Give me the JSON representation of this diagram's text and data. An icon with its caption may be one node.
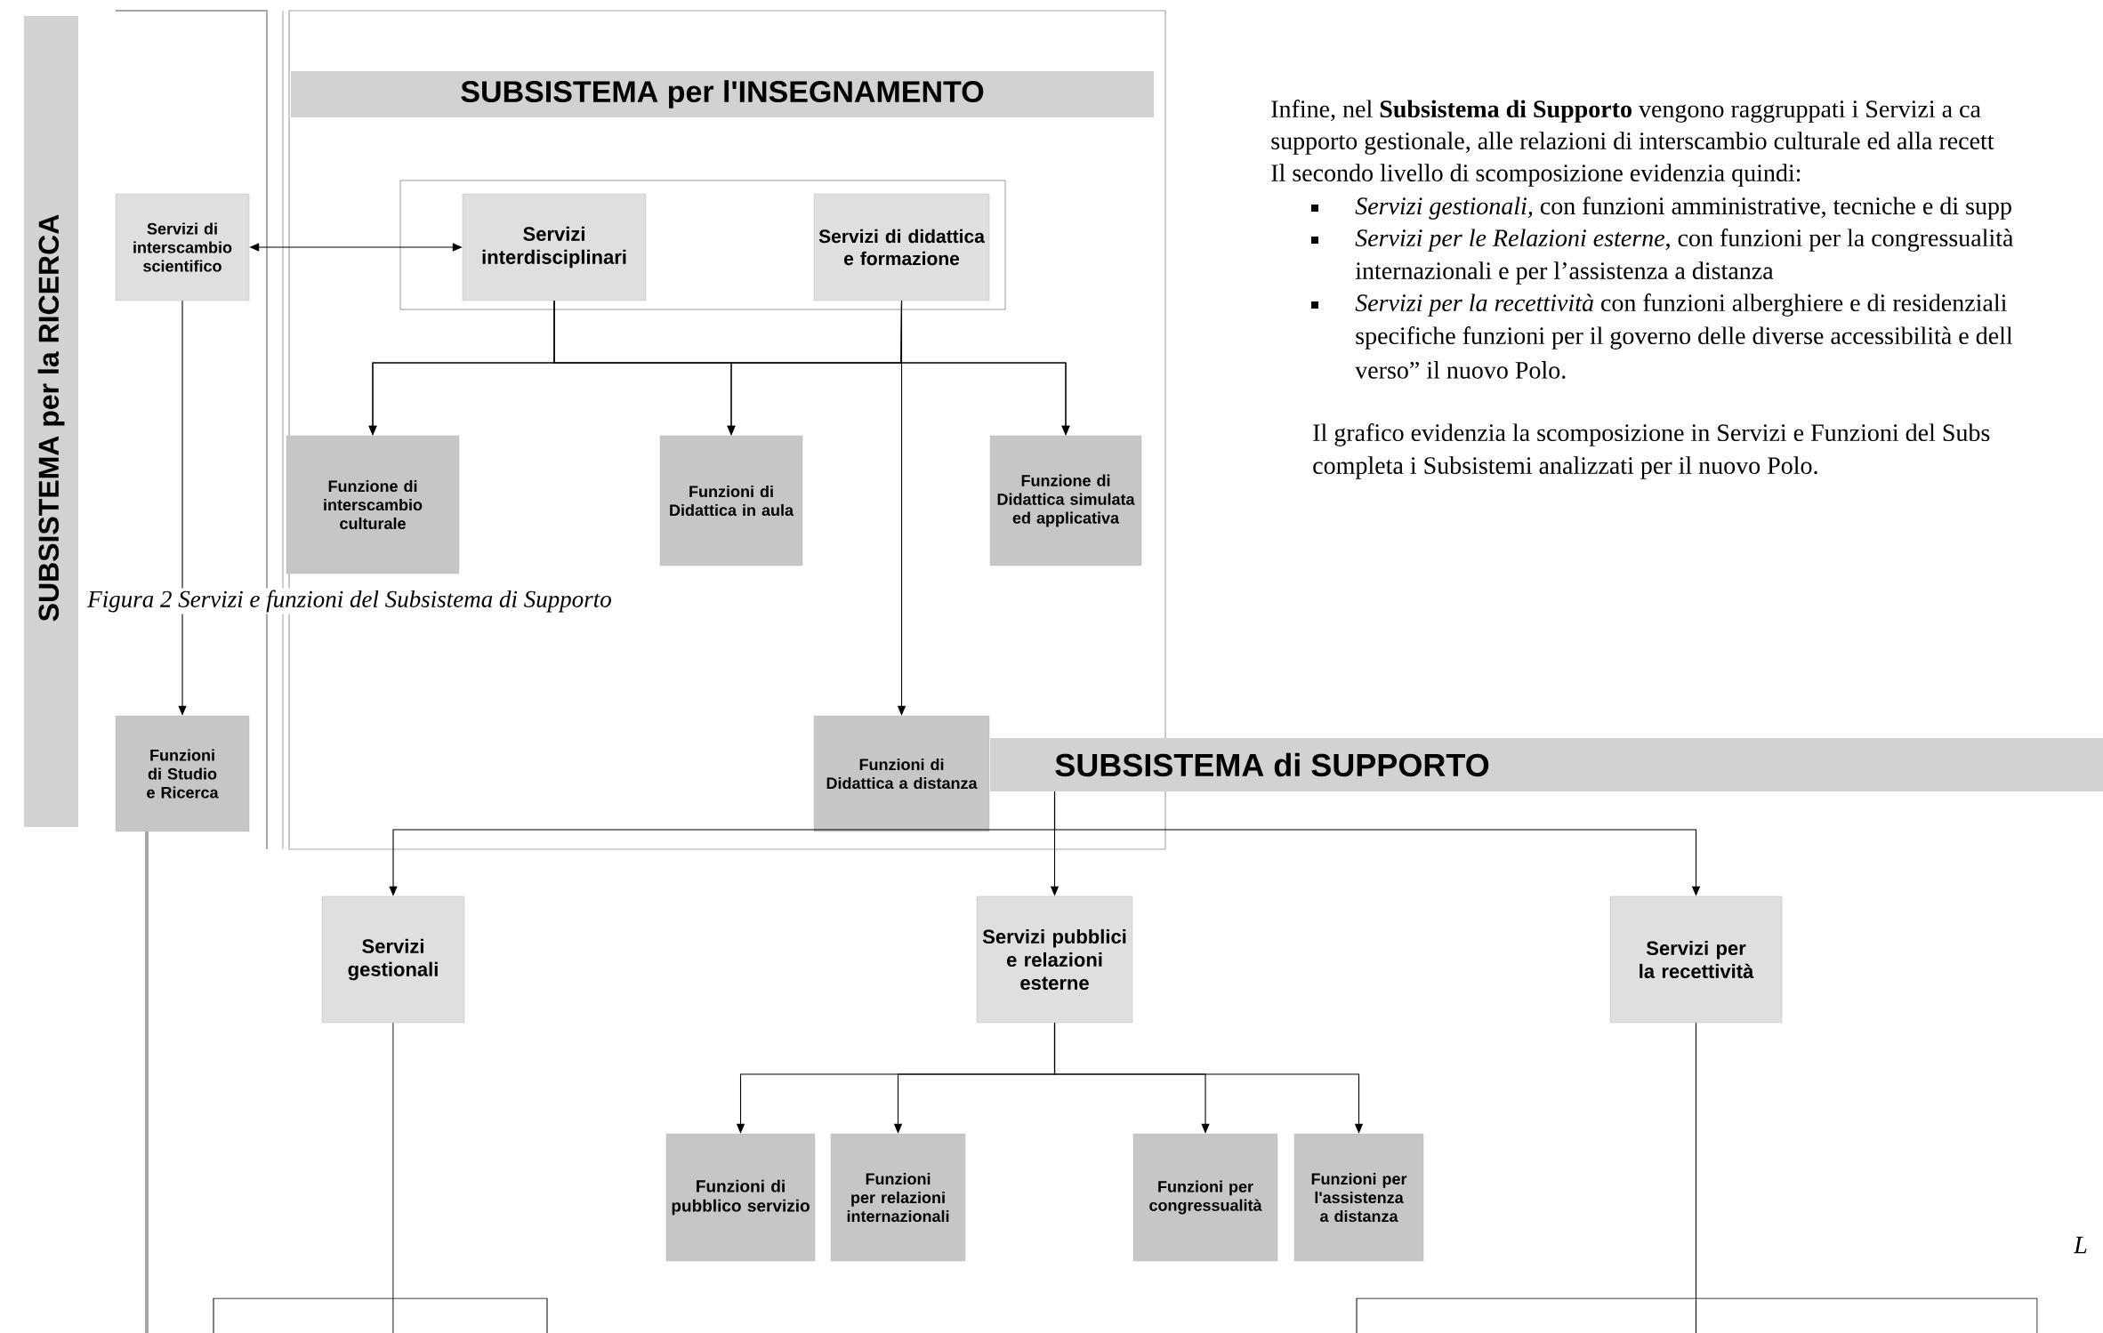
{
  "diagram": {
    "caption": "Figura 2 Servizi e funzioni del Subsistema di Supporto",
    "nodes": [
      {
        "text": [
          "SUBSISTEMA per la RICERCA"
        ]
      },
      {
        "text": [
          "Servizi di interscambio scientifico"
        ]
      },
      {
        "text": [
          "SUBSISTEMA per l'INSEGNAMENTO"
        ]
      },
      {
        "text": [],
        "shape": "box",
        "in": 2
      },
      {
        "text": [
          "Servizi interdisciplinari"
        ],
        "in": 3
      },
      {
        "text": [
          "Servizi di didattica e formazione"
        ],
        "in": 3
      },
      {
        "text": [
          "Funzione di interscambio culturale"
        ],
        "in": 2
      },
      {
        "text": [
          "Funzioni di Didattica in aula"
        ],
        "in": 2
      },
      {
        "text": [
          "Funzione di Didattica simulata ed applicativa"
        ],
        "in": 2
      },
      {
        "text": [
          "Funzioni di Studio e Ricerca"
        ]
      },
      {
        "text": [
          "Funzioni di Didattica a distanza"
        ],
        "in": 2
      },
      {
        "text": [
          "SUBSISTEMA di SUPPORTO"
        ]
      },
      {
        "text": [
          "Servizi gestionali"
        ]
      },
      {
        "text": [
          "Servizi pubblici e relazioni esterne"
        ]
      },
      {
        "text": [
          "Servizi per la recettività"
        ]
      },
      {
        "text": [
          "Funzioni di pubblico servizio"
        ]
      },
      {
        "text": [
          "Funzioni per relazioni internazionali"
        ]
      },
      {
        "text": [
          "Funzioni per congressualità"
        ]
      },
      {
        "text": [
          "Funzioni per l'assistenza a distanza"
        ]
      }
    ],
    "edges": [
      {
        "from": 1,
        "to": 4,
        "arrow": "both"
      },
      {
        "from": 1,
        "to": 9,
        "arrow": "to"
      },
      {
        "from": 4,
        "to": 6,
        "arrow": "to"
      },
      {
        "from": 4,
        "to": 7,
        "arrow": "to"
      },
      {
        "from": 4,
        "to": 8,
        "arrow": "to"
      },
      {
        "from": 5,
        "to": 6,
        "arrow": "to"
      },
      {
        "from": 5,
        "to": 7,
        "arrow": "to"
      },
      {
        "from": 5,
        "to": 8,
        "arrow": "to"
      },
      {
        "from": 5,
        "to": 10,
        "arrow": "to"
      },
      {
        "from": 11,
        "to": 12,
        "arrow": "to"
      },
      {
        "from": 11,
        "to": 13,
        "arrow": "to"
      },
      {
        "from": 11,
        "to": 14,
        "arrow": "to"
      },
      {
        "from": 13,
        "to": 15,
        "arrow": "to"
      },
      {
        "from": 13,
        "to": 16,
        "arrow": "to"
      },
      {
        "from": 13,
        "to": 17,
        "arrow": "to"
      },
      {
        "from": 13,
        "to": 18,
        "arrow": "to"
      },
      {
        "from": 12,
        "to": null,
        "arrow": "none"
      },
      {
        "from": 14,
        "to": null,
        "arrow": "none"
      }
    ],
    "labels": [
      "Infine, nel **Subsistema di Supporto** vengono raggruppati  i Servizi a ca",
      "supporto gestionale,  alle relazioni di interscambio culturale ed alla recett",
      "Il secondo livello di scomposizione evidenzia quindi:",
      "*Servizi gestionali,* con funzioni amministrative, tecniche e di supp",
      "*Servizi per le Relazioni esterne*, con funzioni per la congressualità",
      "internazionali e per l’assistenza a distanza",
      "*Servizi per la recettività* con funzioni alberghiere e di residenziali",
      "specifiche funzioni per il governo delle diverse accessibilità e dell",
      "verso” il nuovo Polo.",
      "Il  grafico  evidenzia  la scomposizione in Servizi e Funzioni del Subs",
      "completa i Subsistemi  analizzati per il nuovo Polo.",
      "L"
    ]
  }
}
